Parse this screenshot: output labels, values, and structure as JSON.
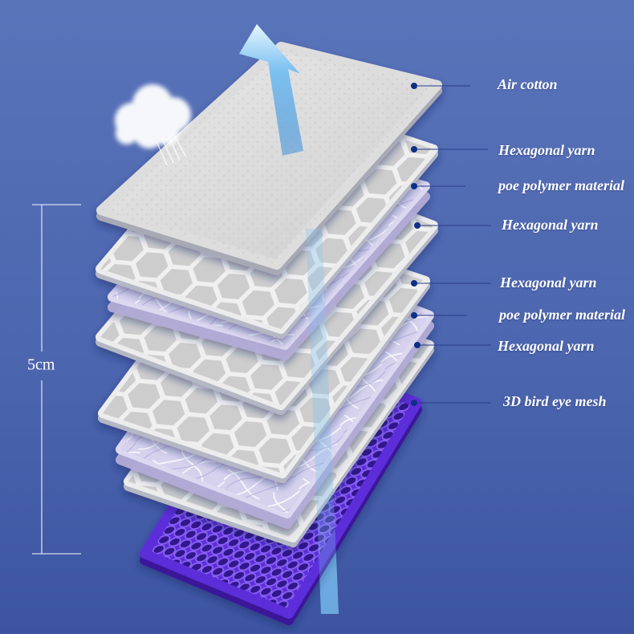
{
  "layer_labels": [
    "Air cotton",
    "Hexagonal yarn",
    "poe polymer material",
    "Hexagonal yarn",
    "Hexagonal yarn",
    "poe polymer material",
    "Hexagonal yarn",
    "3D bird eye mesh"
  ],
  "dimension_label": "5cm",
  "colors": {
    "background_top": "#5a74ba",
    "background_bottom": "#3d55a1",
    "label_text": "#ffffff",
    "leader_dot": "#0d2f84",
    "leader_line": "#2b3c8a",
    "dimension_line": "#d3dcf3",
    "mesh_purple": "#5b2fd9",
    "airflow_blue": "#8fc7ef"
  }
}
